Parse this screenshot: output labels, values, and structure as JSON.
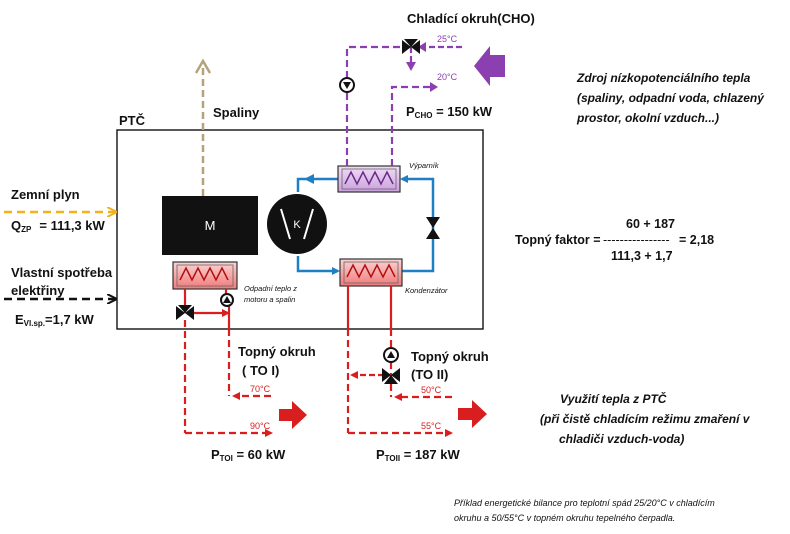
{
  "colors": {
    "gas": "#f2b21c",
    "flue": "#b4a27a",
    "cooling": "#8b3fb0",
    "heating": "#d81e1e",
    "internal": "#1f7fc4",
    "black": "#111111"
  },
  "labels": {
    "ptc": "PTČ",
    "flue_gas": "Spaliny",
    "cooling_circuit": "Chladící okruh(CHO)",
    "p_cho": "P",
    "p_cho_sub": "CHO",
    "p_cho_value": " = 150 kW",
    "temp_25": "25°C",
    "temp_20": "20°C",
    "low_source_1": "Zdroj nízkopotenciálního tepla",
    "low_source_2": "(spaliny, odpadní voda, chlazený",
    "low_source_3": "prostor, okolní vzduch...)",
    "evaporator": "Výparník",
    "condenser": "Kondenzátor",
    "motor": "M",
    "compressor": "K",
    "waste_heat_1": "Odpadní teplo z",
    "waste_heat_2": "motoru a spalin",
    "gas_title": "Zemní plyn",
    "q_zp": "Q",
    "q_zp_sub": "ZP",
    "q_zp_value": "= 111,3 kW",
    "elec_1": "Vlastní spotřeba",
    "elec_2": "elektřiny",
    "e_vl": "E",
    "e_vl_sub": "Vl.sp.",
    "e_vl_value": "=1,7 kW",
    "to1_1": "Topný okruh",
    "to1_2": "( TO I)",
    "to2_1": "Topný okruh",
    "to2_2": "(TO II)",
    "temp_70": "70°C",
    "temp_90": "90°C",
    "temp_50": "50°C",
    "temp_55": "55°C",
    "p_to1": "P",
    "p_to1_sub": "TOI",
    "p_to1_value": " = 60 kW",
    "p_to2": "P",
    "p_to2_sub": "TOII",
    "p_to2_value": " = 187 kW",
    "cop_label": "Topný faktor = ",
    "cop_num": "60 + 187",
    "cop_dashes": "----------------",
    "cop_result": "= 2,18",
    "cop_den": "111,3 + 1,7",
    "use_1": "Využití tepla z PTČ",
    "use_2": "(při čistě chladícím režimu zmaření v",
    "use_3": "chladiči vzduch-voda)",
    "note_1": "Příklad energetické bilance pro teplotní spád 25/20°C v chladícím",
    "note_2": "okruhu a 50/55°C v topném okruhu tepelného čerpadla."
  }
}
